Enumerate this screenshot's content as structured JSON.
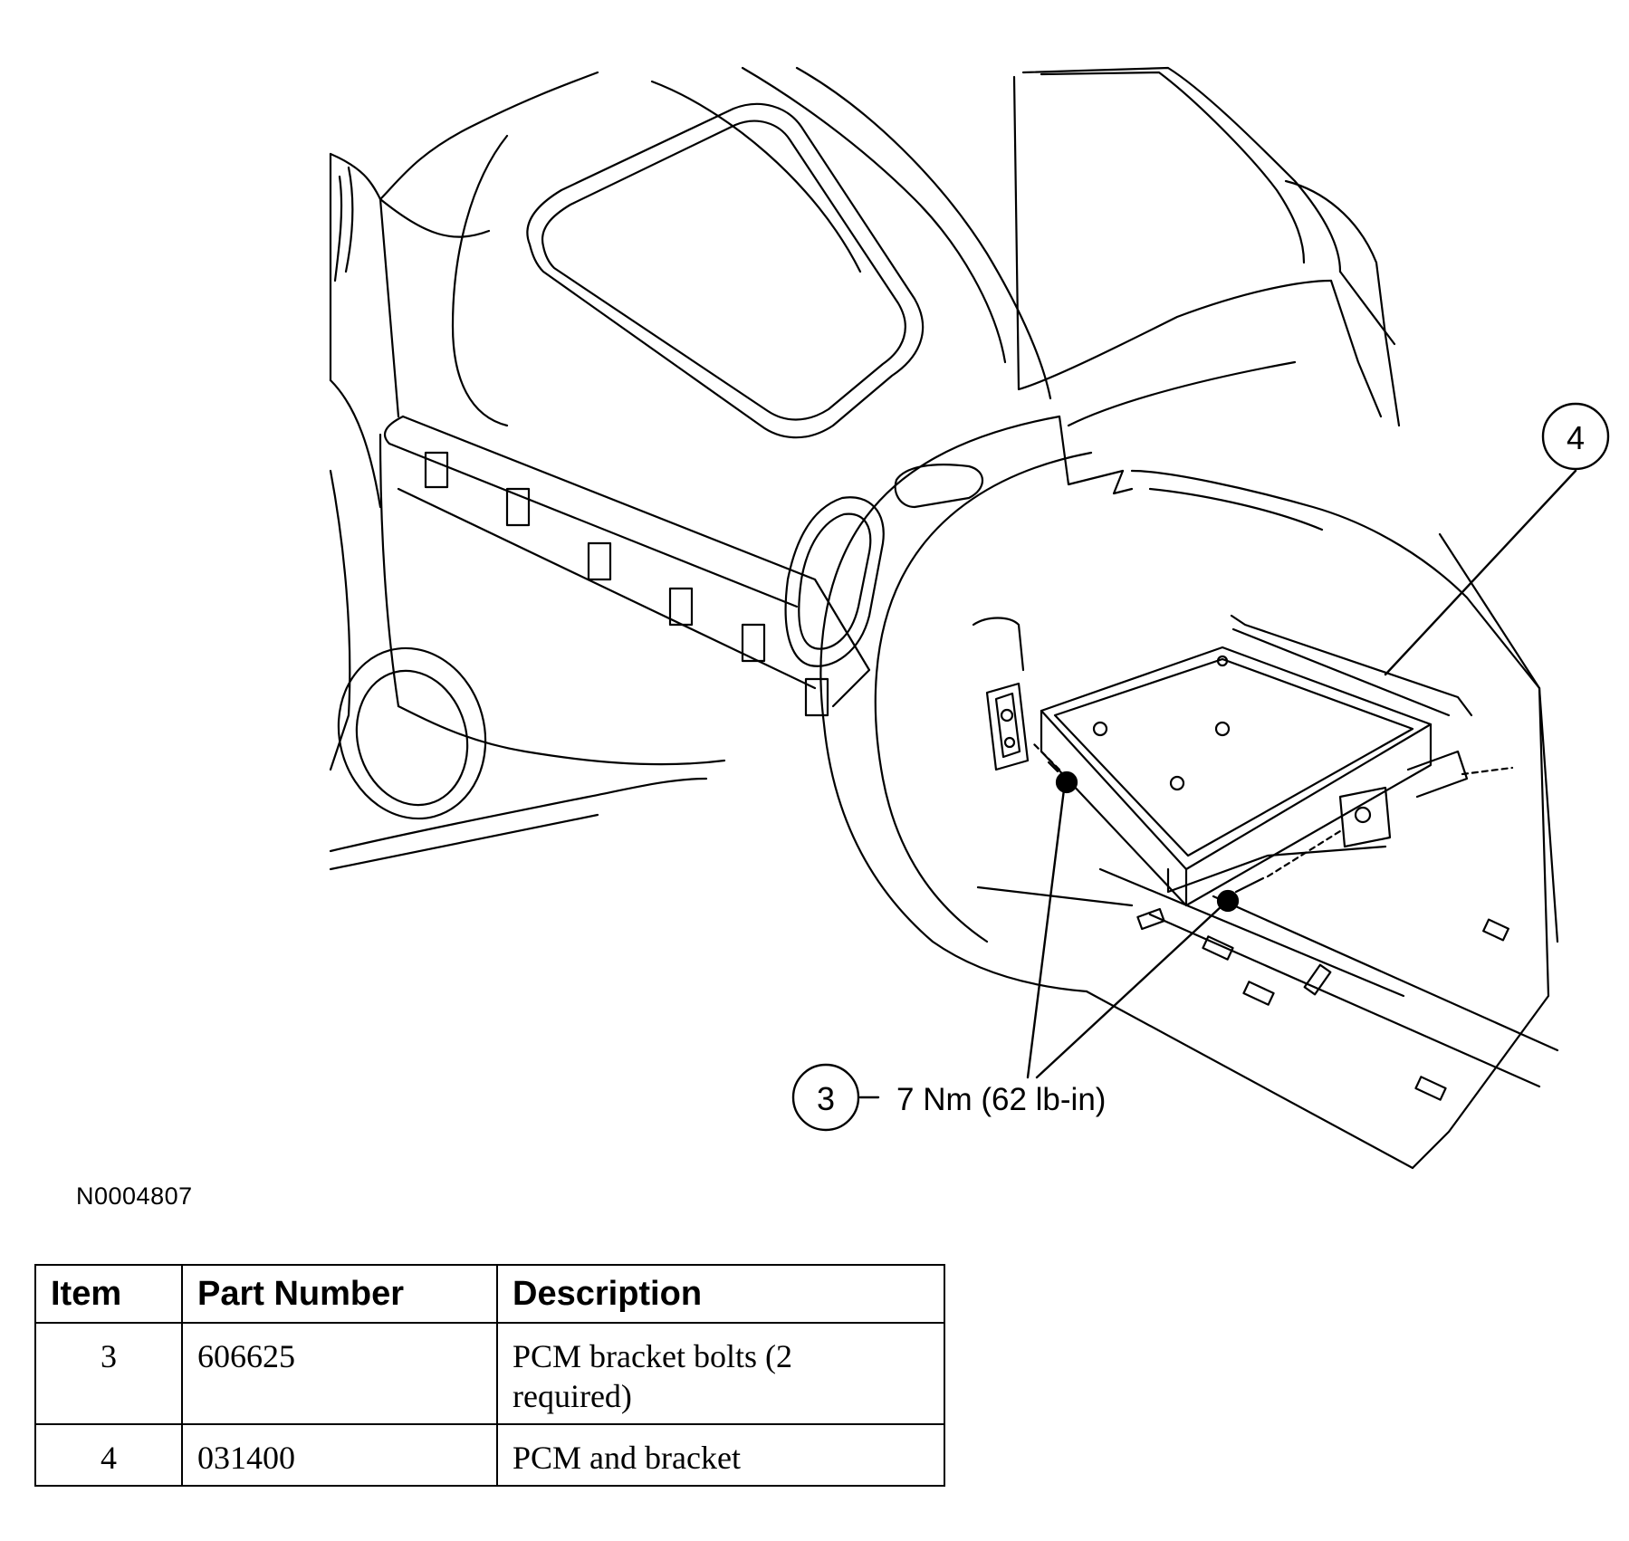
{
  "figure": {
    "id": "N0004807",
    "callouts": [
      {
        "number": "4",
        "label": ""
      },
      {
        "number": "3",
        "label": "7 Nm (62 lb-in)"
      }
    ]
  },
  "parts_table": {
    "headers": [
      "Item",
      "Part Number",
      "Description"
    ],
    "rows": [
      {
        "item": "3",
        "part_number": "606625",
        "description": "PCM bracket bolts (2 required)"
      },
      {
        "item": "4",
        "part_number": "031400",
        "description": "PCM and bracket"
      }
    ]
  }
}
